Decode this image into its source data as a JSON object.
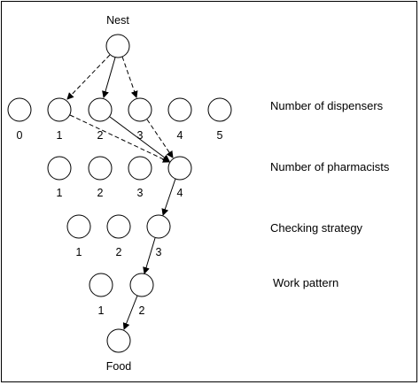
{
  "nodes": {
    "nest": "Nest",
    "food": "Food"
  },
  "levels": [
    {
      "caption": "Number of dispensers",
      "options": [
        "0",
        "1",
        "2",
        "3",
        "4",
        "5"
      ]
    },
    {
      "caption": "Number of pharmacists",
      "options": [
        "1",
        "2",
        "3",
        "4"
      ]
    },
    {
      "caption": "Checking strategy",
      "options": [
        "1",
        "2",
        "3"
      ]
    },
    {
      "caption": "Work pattern",
      "options": [
        "1",
        "2"
      ]
    }
  ]
}
